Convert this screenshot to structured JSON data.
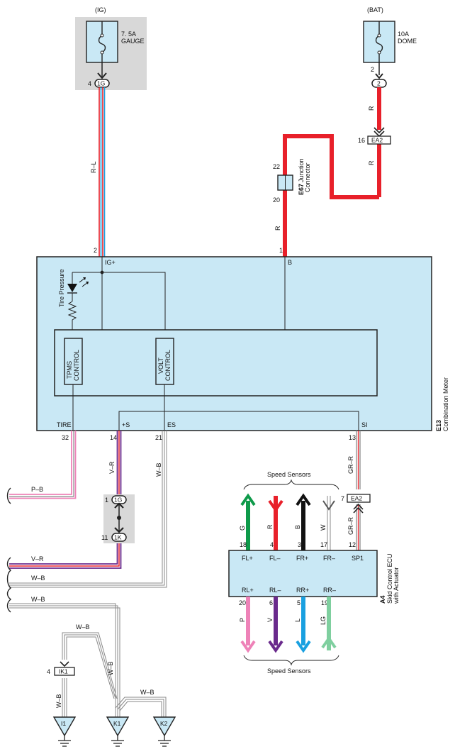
{
  "power": {
    "ig": {
      "supply_label": "(IG)",
      "fuse_rating": "7. 5A",
      "fuse_name": "GAUGE",
      "pin": "4",
      "connector": "1G"
    },
    "bat": {
      "supply_label": "(BAT)",
      "fuse_rating": "10A",
      "fuse_name": "DOME",
      "pin": "2",
      "connector": "2"
    }
  },
  "ea2_top": {
    "pin": "16",
    "connector": "EA2"
  },
  "junction": {
    "id": "E67",
    "name_line1": "Junction",
    "name_line2": "Connector",
    "pin_top": "22",
    "pin_bottom": "20"
  },
  "meter": {
    "id": "E13",
    "name": "Combination Meter",
    "pins": {
      "ig": "2",
      "b": "1",
      "tire": "32",
      "s": "14",
      "es": "21",
      "si": "13"
    },
    "terminals": {
      "ig": "IG+",
      "b": "B",
      "tire": "TIRE",
      "s": "+S",
      "es": "ES",
      "si": "SI"
    },
    "indicator": "Tire Pressure",
    "tpms_line1": "TPMS",
    "tpms_line2": "CONTROL",
    "volt_line1": "VOLT",
    "volt_line2": "CONTROL"
  },
  "wires": {
    "r_l": "R–L",
    "r": "R",
    "p_b": "P–B",
    "v_r": "V–R",
    "w_b": "W–B",
    "gr_r": "GR–R",
    "g": "G",
    "b": "B",
    "w": "W",
    "p": "P",
    "v": "V",
    "l": "L",
    "lg": "LG"
  },
  "ig_connector": {
    "pin1": "1",
    "conn1": "1G",
    "pin2": "11",
    "conn2": "1K"
  },
  "ea2_mid": {
    "pin": "7",
    "connector": "EA2"
  },
  "ecu": {
    "id": "A4",
    "name_line1": "Skid Control ECU",
    "name_line2": "with Actuator",
    "top_pins": [
      "18",
      "4",
      "3",
      "17",
      "12"
    ],
    "top_terminals": [
      "FL+",
      "FL–",
      "FR+",
      "FR–",
      "SP1"
    ],
    "bottom_pins": [
      "20",
      "6",
      "5",
      "19"
    ],
    "bottom_terminals": [
      "RL+",
      "RL–",
      "RR+",
      "RR–"
    ]
  },
  "speed_sensors": "Speed Sensors",
  "grounds": {
    "ik1": "IK1",
    "ik1_pin": "4",
    "i1": "I1",
    "k1": "K1",
    "k2": "K2"
  },
  "colors": {
    "ig_box": "#d8d8d8",
    "fuse_fill": "#c9e8f5",
    "meter_fill": "#c9e8f5",
    "red": "#e8202a",
    "pink": "#ee82b8",
    "purple": "#6a2a8c",
    "green": "#0e9a4a",
    "black": "#111111",
    "blue": "#1aa0e0",
    "light_green": "#7fcf9f",
    "gray": "#8a8a8a"
  }
}
